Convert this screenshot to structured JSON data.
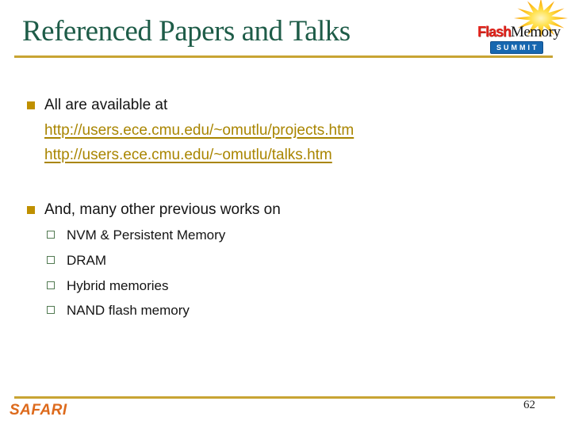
{
  "title": "Referenced Papers and Talks",
  "logo": {
    "flash": "Flash",
    "memory": "Memory",
    "summit": "SUMMIT",
    "starburst_icon": "starburst"
  },
  "content": {
    "bullet1": {
      "label": "All are available at",
      "link1": "http://users.ece.cmu.edu/~omutlu/projects.htm",
      "link2": "http://users.ece.cmu.edu/~omutlu/talks.htm"
    },
    "bullet2": {
      "label": "And, many other previous works on",
      "items": [
        "NVM & Persistent Memory",
        "DRAM",
        "Hybrid memories",
        "NAND flash memory"
      ]
    }
  },
  "footer": {
    "brand": "SAFARI",
    "page_number": "62"
  },
  "icons": {
    "level1_bullet": "solid-gold-square",
    "level2_bullet": "hollow-green-square"
  },
  "colors": {
    "title_green": "#1E5C48",
    "gold_rule": "#C8A433",
    "bullet_gold": "#BF9000",
    "link_gold": "#A98500",
    "sub_bullet_green": "#527A52",
    "safari_orange": "#DD6A1C",
    "flash_red": "#E3231C",
    "summit_blue": "#1767B0",
    "body_text": "#141414"
  }
}
